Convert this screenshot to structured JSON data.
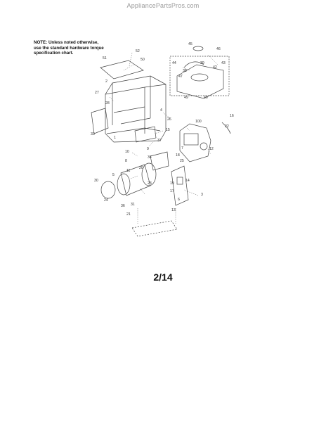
{
  "header": {
    "watermark": "AppliancePartsPros.com"
  },
  "note": {
    "line1": "NOTE: Unless noted otherwise,",
    "line2": "use the standard hardware torque",
    "line3": "specification chart."
  },
  "page": {
    "number": "2/14"
  },
  "callouts": {
    "c51": "51",
    "c52": "52",
    "c50": "50",
    "c2": "2",
    "c27": "27",
    "c26": "26",
    "c15": "15",
    "c28": "28",
    "c33": "33",
    "c1": "1",
    "c37": "37",
    "c45": "45",
    "c46": "46",
    "c44": "44",
    "c43": "43",
    "c39": "39",
    "c38": "38",
    "c47": "47",
    "c42": "42",
    "c49": "49",
    "c40": "40",
    "c4": "4",
    "c16": "16",
    "c22": "22",
    "c100": "100",
    "c9": "9",
    "c7": "7",
    "c10": "10",
    "c8": "8",
    "c12": "12",
    "c18": "18",
    "c25": "25",
    "c34": "34",
    "c11": "11",
    "c20": "20",
    "c23": "23",
    "c5": "5",
    "c30": "30",
    "c19": "19",
    "c17": "17",
    "c14": "14",
    "c31": "31",
    "c36": "36",
    "c21": "21",
    "c13": "13",
    "c3": "3",
    "c6": "6",
    "c24": "24"
  }
}
